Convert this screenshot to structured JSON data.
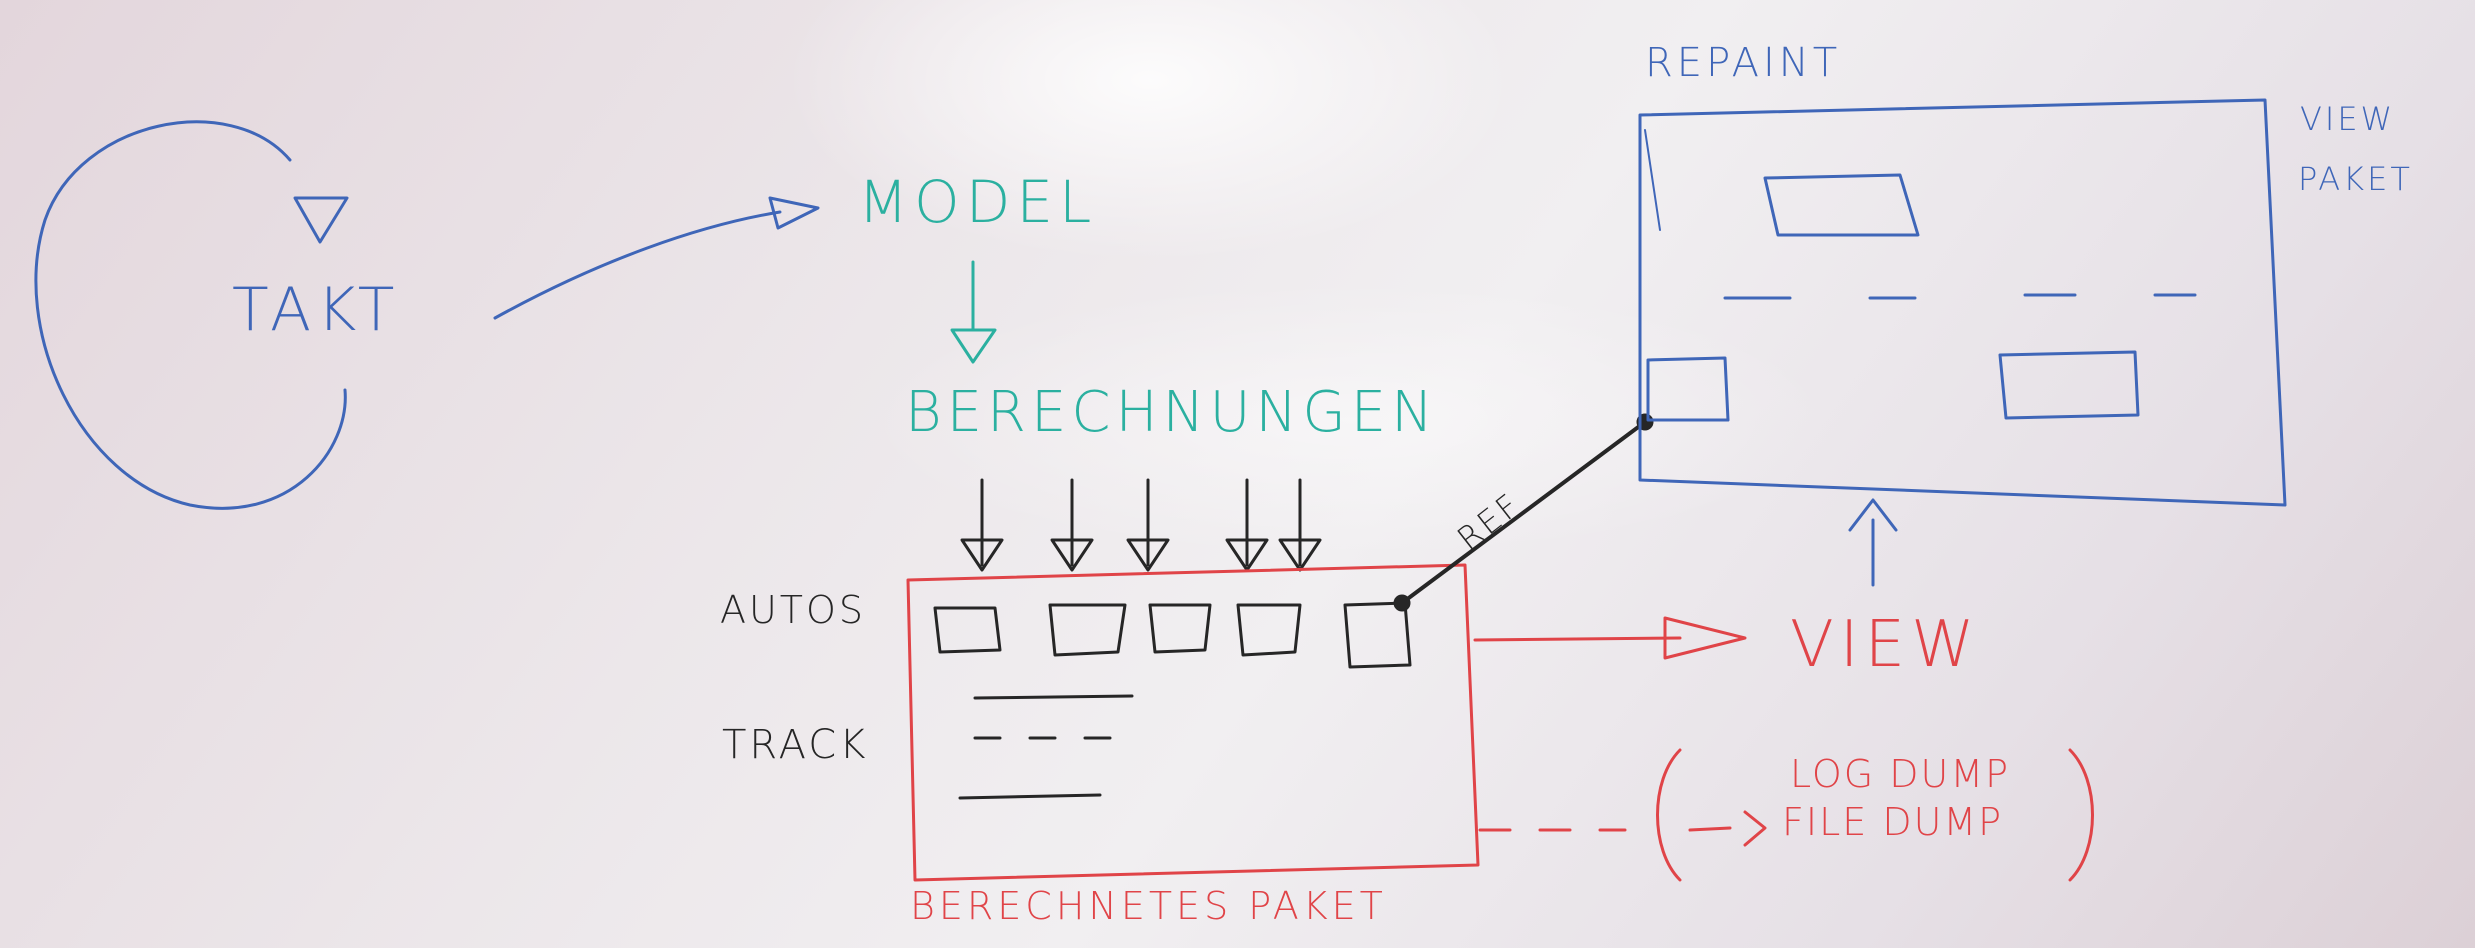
{
  "labels": {
    "takt": "TAKT",
    "model": "MODEL",
    "berechnungen": "BERECHNUNGEN",
    "autos": "AUTOS",
    "track": "TRACK",
    "berechnetes_paket": "BERECHNETES PAKET",
    "view": "VIEW",
    "ref": "REF",
    "repaint": "REPAINT",
    "view_paket_line1": "VIEW",
    "view_paket_line2": "PAKET",
    "log_dump": "LOG DUMP",
    "file_dump": "FILE DUMP"
  },
  "colors": {
    "blue": "#3f66b8",
    "teal": "#2bb0a0",
    "red": "#e04448",
    "black": "#262626",
    "board": "#ece7ea"
  }
}
